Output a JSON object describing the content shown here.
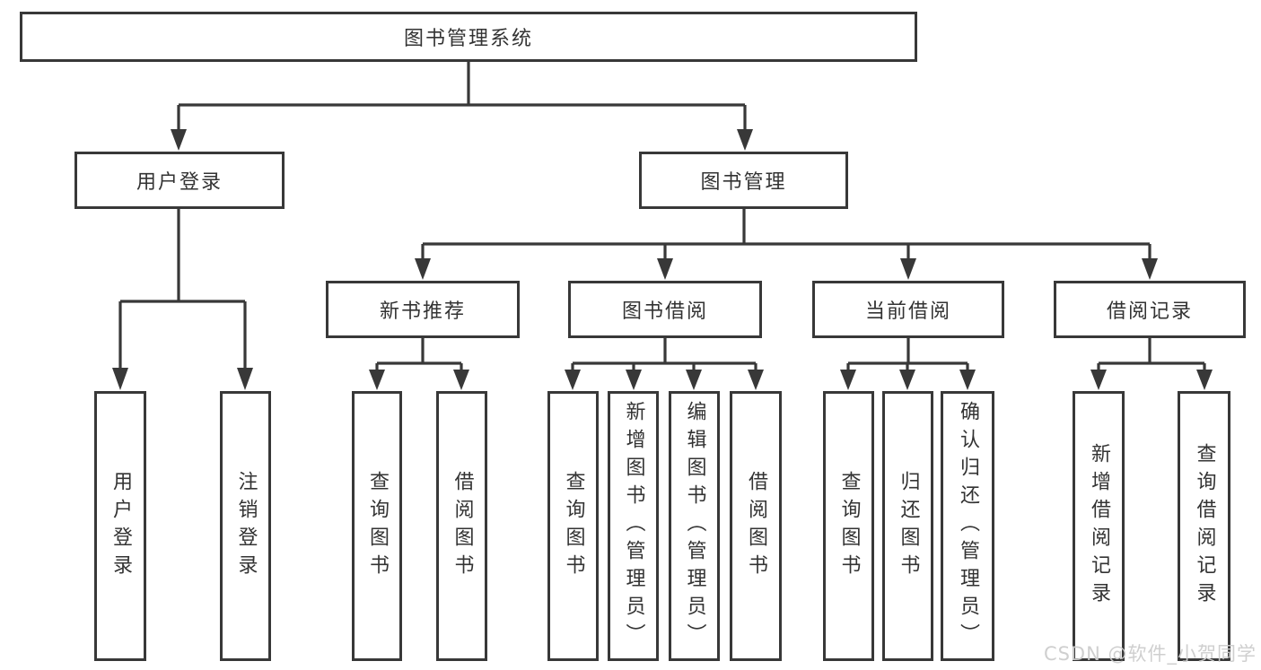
{
  "diagram": {
    "tree": {
      "label": "图书管理系统",
      "children": [
        {
          "label": "用户登录",
          "children": [
            {
              "label": "用户登录"
            },
            {
              "label": "注销登录"
            }
          ]
        },
        {
          "label": "图书管理",
          "children": [
            {
              "label": "新书推荐",
              "children": [
                {
                  "label": "查询图书"
                },
                {
                  "label": "借阅图书"
                }
              ]
            },
            {
              "label": "图书借阅",
              "children": [
                {
                  "label": "查询图书"
                },
                {
                  "label": "新增图书（管理员）"
                },
                {
                  "label": "编辑图书（管理员）"
                },
                {
                  "label": "借阅图书"
                }
              ]
            },
            {
              "label": "当前借阅",
              "children": [
                {
                  "label": "查询图书"
                },
                {
                  "label": "归还图书"
                },
                {
                  "label": "确认归还（管理员）"
                }
              ]
            },
            {
              "label": "借阅记录",
              "children": [
                {
                  "label": "新增借阅记录"
                },
                {
                  "label": "查询借阅记录"
                }
              ]
            }
          ]
        }
      ]
    },
    "line_color": "#383838",
    "text_color": "#333333",
    "watermark": "CSDN @软件_小贺同学"
  }
}
